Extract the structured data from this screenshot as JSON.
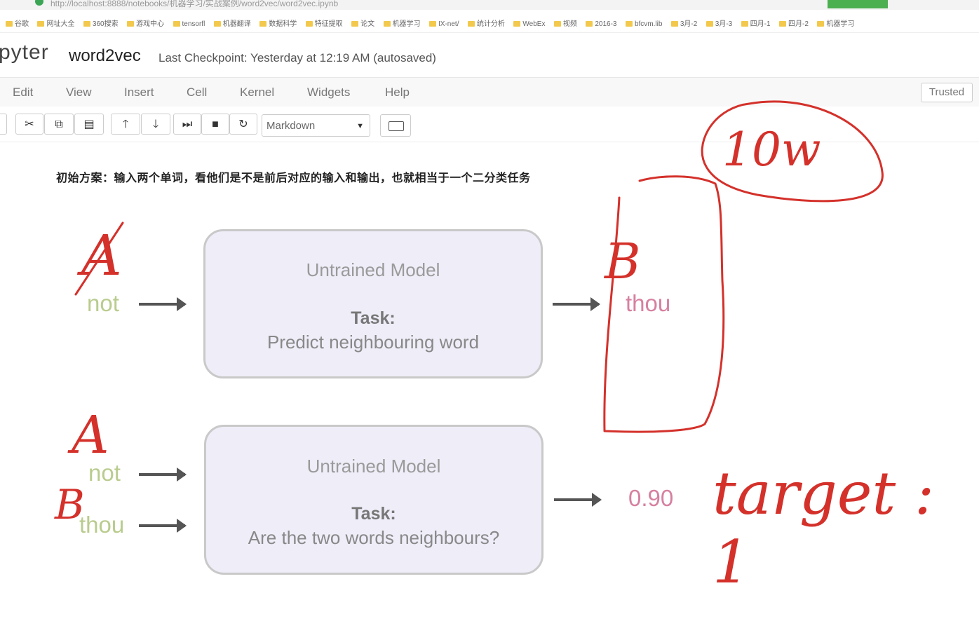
{
  "browser": {
    "url": "http://localhost:8888/notebooks/机器学习/实战案例/word2vec/word2vec.ipynb",
    "bookmarks": [
      "谷歌",
      "网址大全",
      "360搜索",
      "游戏中心",
      "tensorfl",
      "机器翻译",
      "数据科学",
      "特征提取",
      "论文",
      "机器学习",
      "IX-net/",
      "统计分析",
      "WebEx",
      "视频",
      "2016-3",
      "bfcvm.lib",
      "3月-2",
      "3月-3",
      "四月-1",
      "四月-2",
      "机器学习"
    ]
  },
  "jupyter": {
    "logo": "pyter",
    "notebook_title": "word2vec",
    "checkpoint": "Last Checkpoint: Yesterday at 12:19 AM (autosaved)",
    "menu": [
      "Edit",
      "View",
      "Insert",
      "Cell",
      "Kernel",
      "Widgets",
      "Help"
    ],
    "trusted": "Trusted",
    "cell_type": "Markdown",
    "toolbar_icons": [
      "cut-icon",
      "copy-icon",
      "paste-icon",
      "move-up-icon",
      "move-down-icon",
      "run-icon",
      "stop-icon",
      "restart-icon"
    ]
  },
  "content": {
    "intro": "初始方案：输入两个单词，看他们是不是前后对应的输入和输出，也就相当于一个二分类任务",
    "diagram1": {
      "input_word": "not",
      "model_title": "Untrained Model",
      "task_label": "Task:",
      "task_text": "Predict neighbouring word",
      "output_word": "thou"
    },
    "diagram2": {
      "input_word_1": "not",
      "input_word_2": "thou",
      "model_title": "Untrained Model",
      "task_label": "Task:",
      "task_text": "Are the two words neighbours?",
      "output_value": "0.90"
    }
  },
  "annotations": {
    "label_a1": "A",
    "label_b1": "B",
    "label_10w": "10w",
    "label_a2": "A",
    "label_b2": "B",
    "target_text": "target : 1",
    "ink_color": "#d4312b"
  }
}
